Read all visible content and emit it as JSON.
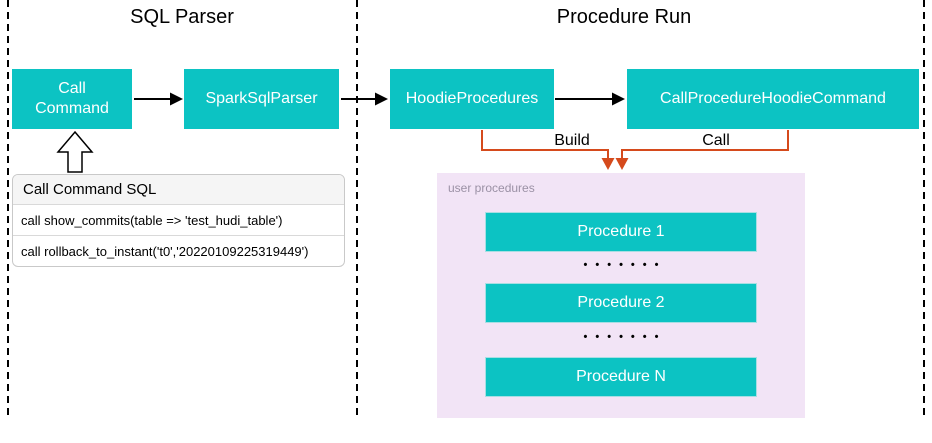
{
  "titles": {
    "left": "SQL Parser",
    "right": "Procedure Run"
  },
  "flow": {
    "call_command": {
      "lines": [
        "Call",
        "Command"
      ]
    },
    "spark_sql_parser": "SparkSqlParser",
    "hoodie_procedures": "HoodieProcedures",
    "call_procedure_hoodie_command": "CallProcedureHoodieCommand"
  },
  "edges": {
    "build_label": "Build",
    "call_label": "Call"
  },
  "sql_table": {
    "header": "Call Command SQL",
    "rows": [
      "call show_commits(table => 'test_hudi_table')",
      "call rollback_to_instant('t0','20220109225319449')"
    ]
  },
  "user_procedures": {
    "label": "user procedures",
    "items": [
      "Procedure 1",
      "Procedure 2",
      "Procedure N"
    ],
    "ellipsis": "•••••••"
  },
  "colors": {
    "teal": "#0cc3c3",
    "orange": "#d54a1c",
    "lavender": "#f2e4f6",
    "table_header_bg": "#f5f5f5",
    "procedure_border": "#a8dfe3"
  }
}
